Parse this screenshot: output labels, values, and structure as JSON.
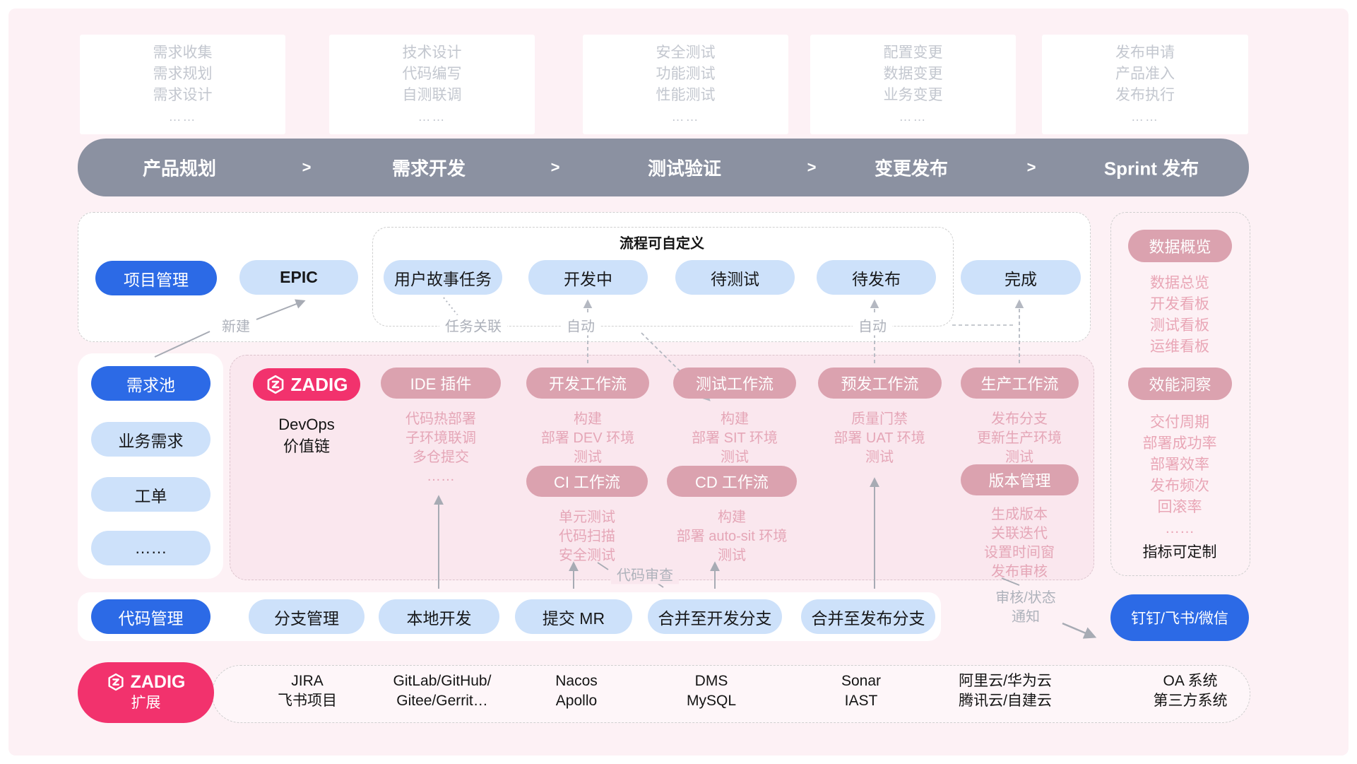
{
  "colors": {
    "background": "#FDF1F5",
    "banner_gray": "#8B91A1",
    "primary_blue": "#2C6AE6",
    "light_blue": "#CDE1FA",
    "brand_magenta": "#F2326D",
    "pink_pill": "#DBA2AF",
    "pink_text": "#E5A6B7",
    "muted_gray_text": "#AEB2BB",
    "panel_pink_fill": "#FAE7EE"
  },
  "top_boxes": [
    {
      "lines": [
        "需求收集",
        "需求规划",
        "需求设计",
        "……"
      ]
    },
    {
      "lines": [
        "技术设计",
        "代码编写",
        "自测联调",
        "……"
      ]
    },
    {
      "lines": [
        "安全测试",
        "功能测试",
        "性能测试",
        "……"
      ]
    },
    {
      "lines": [
        "配置变更",
        "数据变更",
        "业务变更",
        "……"
      ]
    },
    {
      "lines": [
        "发布申请",
        "产品准入",
        "发布执行",
        "……"
      ]
    }
  ],
  "banner": {
    "stages": [
      "产品规划",
      "需求开发",
      "测试验证",
      "变更发布",
      "Sprint 发布"
    ],
    "separator": ">"
  },
  "project_row": {
    "pm": "项目管理",
    "epic": "EPIC",
    "flow_title": "流程可自定义",
    "states": [
      "用户故事任务",
      "开发中",
      "待测试",
      "待发布"
    ],
    "done": "完成",
    "new_label": "新建",
    "task_link_label": "任务关联",
    "auto_label_1": "自动",
    "auto_label_2": "自动"
  },
  "left_column": {
    "pool": "需求池",
    "items": [
      "业务需求",
      "工单",
      "……"
    ]
  },
  "devops": {
    "logo": "ZADIG",
    "value_line_1": "DevOps",
    "value_line_2": "价值链",
    "ide": {
      "pill": "IDE 插件",
      "details": [
        "代码热部署",
        "子环境联调",
        "多仓提交",
        "……"
      ]
    },
    "dev": {
      "pill": "开发工作流",
      "details": [
        "构建",
        "部署 DEV 环境",
        "测试"
      ]
    },
    "test": {
      "pill": "测试工作流",
      "details": [
        "构建",
        "部署 SIT 环境",
        "测试"
      ]
    },
    "staging": {
      "pill": "预发工作流",
      "details": [
        "质量门禁",
        "部署 UAT 环境",
        "测试"
      ]
    },
    "prod": {
      "pill": "生产工作流",
      "details": [
        "发布分支",
        "更新生产环境",
        "测试"
      ]
    },
    "ci": {
      "pill": "CI 工作流",
      "details": [
        "单元测试",
        "代码扫描",
        "安全测试"
      ]
    },
    "cd": {
      "pill": "CD 工作流",
      "details": [
        "构建",
        "部署 auto-sit 环境",
        "测试"
      ]
    },
    "release": {
      "pill": "版本管理",
      "details": [
        "生成版本",
        "关联迭代",
        "设置时间窗",
        "发布审核"
      ]
    },
    "code_review": "代码审查"
  },
  "right_panel": {
    "data_overview": {
      "pill": "数据概览",
      "items": [
        "数据总览",
        "开发看板",
        "测试看板",
        "运维看板"
      ]
    },
    "insight": {
      "pill": "效能洞察",
      "items": [
        "交付周期",
        "部署成功率",
        "部署效率",
        "发布频次",
        "回滚率",
        "……"
      ]
    },
    "note": "指标可定制"
  },
  "code_row": {
    "manage": "代码管理",
    "steps": [
      "分支管理",
      "本地开发",
      "提交 MR",
      "合并至开发分支",
      "合并至发布分支"
    ],
    "notify_line_1": "审核/状态",
    "notify_line_2": "通知",
    "im": "钉钉/飞书/微信"
  },
  "extension_row": {
    "logo": "ZADIG",
    "label": "扩展",
    "integrations": [
      {
        "lines": [
          "JIRA",
          "飞书项目"
        ]
      },
      {
        "lines": [
          "GitLab/GitHub/",
          "Gitee/Gerrit…"
        ]
      },
      {
        "lines": [
          "Nacos",
          "Apollo"
        ]
      },
      {
        "lines": [
          "DMS",
          "MySQL"
        ]
      },
      {
        "lines": [
          "Sonar",
          "IAST"
        ]
      },
      {
        "lines": [
          "阿里云/华为云",
          "腾讯云/自建云"
        ]
      },
      {
        "lines": [
          "OA 系统",
          "第三方系统"
        ]
      }
    ]
  }
}
